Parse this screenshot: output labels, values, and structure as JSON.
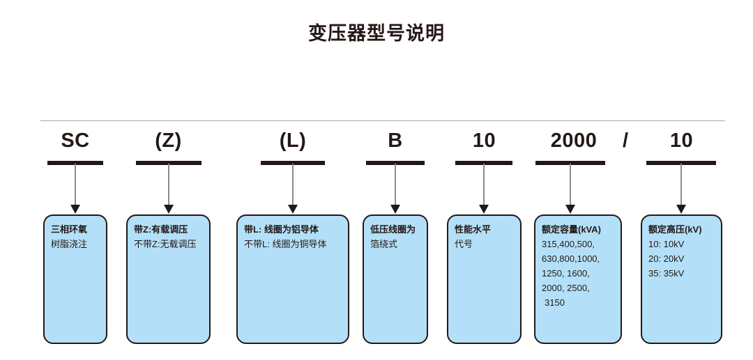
{
  "title": "变压器型号说明",
  "separator": "/",
  "colors": {
    "box_fill": "#b3e0f8",
    "box_stroke": "#231815",
    "text": "#231815",
    "rule": "#a9a4a6",
    "arrow_line": "#8d8b8c"
  },
  "columns": [
    {
      "code": "SC",
      "lines": [
        "三相环氧",
        "树脂浇注"
      ]
    },
    {
      "code": "(Z)",
      "lines": [
        "带Z:有载调压",
        "不带Z:无载调压"
      ]
    },
    {
      "code": "(L)",
      "lines": [
        "带L: 线圈为铝导体",
        "不带L: 线圈为铜导体"
      ]
    },
    {
      "code": "B",
      "lines": [
        "低压线圈为",
        "箔绕式"
      ]
    },
    {
      "code": "10",
      "lines": [
        "性能水平",
        "代号"
      ]
    },
    {
      "code": "2000",
      "lines": [
        "额定容量(kVA)",
        "315,400,500,",
        "630,800,1000,",
        "1250, 1600,",
        "2000, 2500,",
        "3150"
      ]
    },
    {
      "code": "10",
      "lines": [
        "额定高压(kV)",
        "10: 10kV",
        "20: 20kV",
        "35: 35kV"
      ]
    }
  ]
}
